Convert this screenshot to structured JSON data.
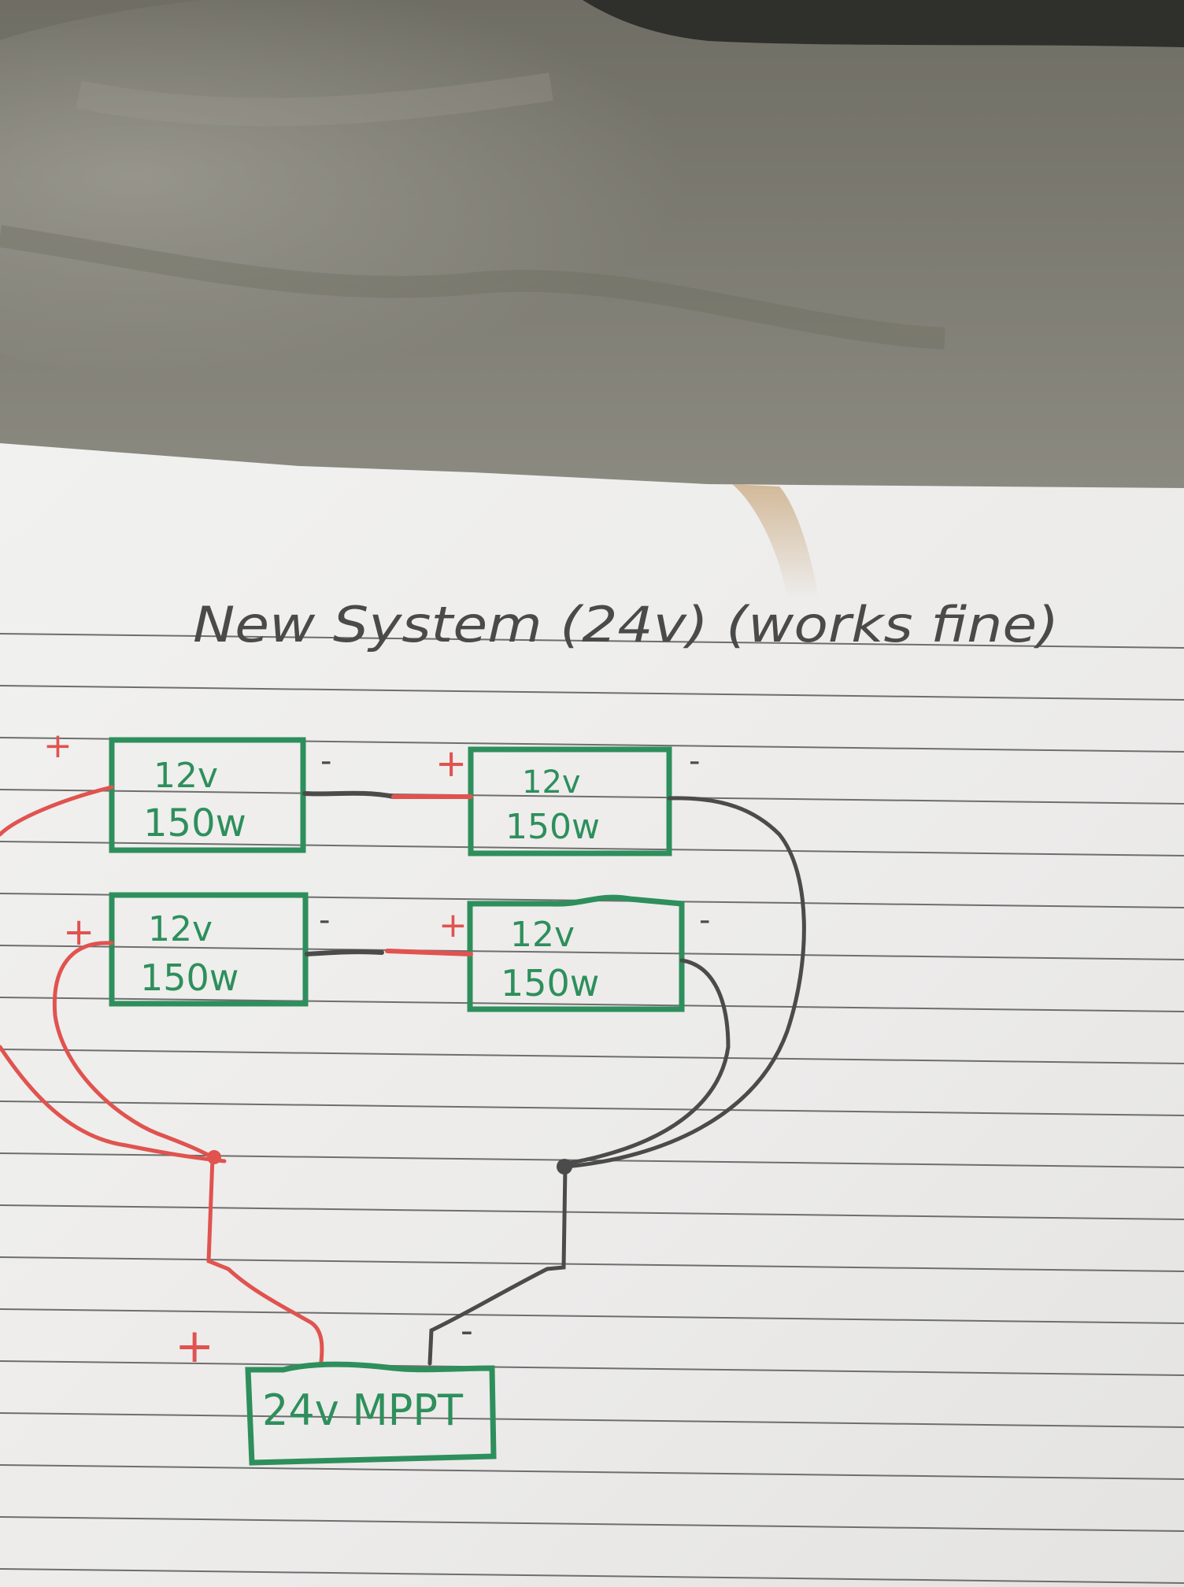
{
  "title": "New System (24v) (works fine)",
  "colors": {
    "ink": "#4a4a4a",
    "panel_green": "#2e8f5c",
    "positive_red": "#e0534f",
    "negative_gray": "#4b4b4b",
    "paper": "#eeeeec",
    "rule_line": "#6e6e6e",
    "fabric_light": "#8d8c82",
    "fabric_dark": "#5f5e55",
    "fabric_shadow": "#2f2f2b"
  },
  "panels": [
    {
      "id": "top-left",
      "voltage": "12v",
      "wattage": "150w",
      "positive_label": "+",
      "negative_label": "-"
    },
    {
      "id": "top-right",
      "voltage": "12v",
      "wattage": "150w",
      "positive_label": "+",
      "negative_label": "-"
    },
    {
      "id": "bottom-left",
      "voltage": "12v",
      "wattage": "150w",
      "positive_label": "+",
      "negative_label": "-"
    },
    {
      "id": "bottom-right",
      "voltage": "12v",
      "wattage": "150w",
      "positive_label": "+",
      "negative_label": "-"
    }
  ],
  "controller": {
    "label": "24v MPPT",
    "positive_label": "+",
    "negative_label": "-"
  },
  "wiring": {
    "series_links": [
      {
        "from": "top-left.-",
        "to": "top-right.+"
      },
      {
        "from": "bottom-left.-",
        "to": "bottom-right.+"
      }
    ],
    "positive_junction": [
      "top-left.+",
      "bottom-left.+"
    ],
    "negative_junction": [
      "top-right.-",
      "bottom-right.-"
    ],
    "controller_positive": "positive_junction",
    "controller_negative": "negative_junction"
  }
}
